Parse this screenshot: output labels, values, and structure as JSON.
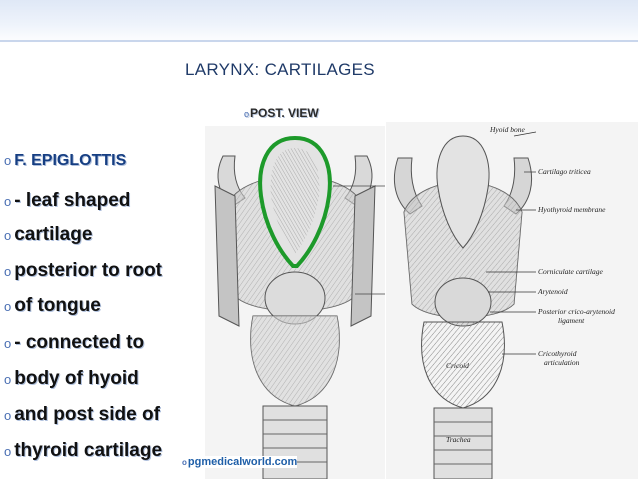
{
  "slide": {
    "title": "LARYNX: CARTILAGES",
    "subtitle_bullet": "o",
    "subtitle": "POST. VIEW"
  },
  "bullets": [
    {
      "marker": "o",
      "text": "F. EPIGLOTTIS"
    },
    {
      "marker": "o",
      "text": "- leaf shaped"
    },
    {
      "marker": "o",
      "text": "cartilage"
    },
    {
      "marker": "o",
      "text": "posterior to root"
    },
    {
      "marker": "o",
      "text": "of tongue"
    },
    {
      "marker": "o",
      "text": "- connected to"
    },
    {
      "marker": "o",
      "text": "body of hyoid"
    },
    {
      "marker": "o",
      "text": "and post side of"
    },
    {
      "marker": "o",
      "text": "thyroid cartilage"
    }
  ],
  "diagram_labels": [
    "Hyoid bone",
    "Cartilago triticea",
    "Hyothyroid membrane",
    "Corniculate cartilage",
    "Arytenoid",
    "Posterior crico-arytenoid",
    "ligament",
    "Cricothyroid",
    "articulation",
    "Cricoid",
    "Trachea"
  ],
  "footer": {
    "marker": "o",
    "text": "pgmedicalworld.com"
  },
  "colors": {
    "title": "#1f3a68",
    "band": "#dfe8f6",
    "highlight": "#1d9a2a",
    "footer": "#1f5fa8"
  }
}
